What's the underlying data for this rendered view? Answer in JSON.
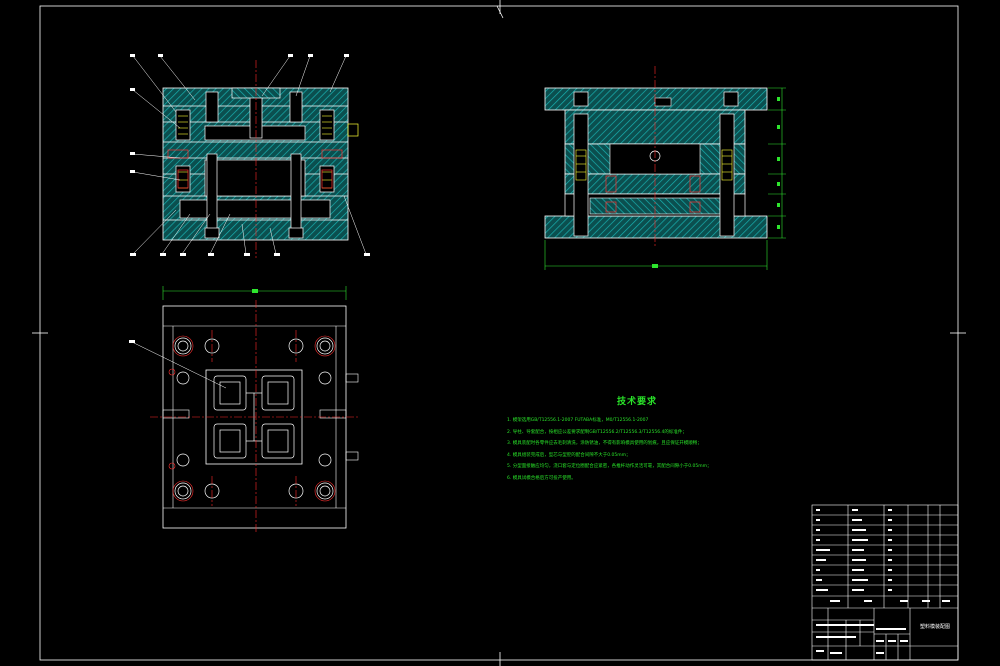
{
  "drawing": {
    "colors": {
      "background": "#000000",
      "outline": "#ffffff",
      "hatch": "#16a8a8",
      "centerline": "#ff2a2a",
      "dimension": "#2ee62e",
      "part": "#ffff33"
    }
  },
  "notes": {
    "title": "技术要求",
    "items": [
      "1. 模架选用GB/T12556.1-2007 FUTABA标准，M0/T12556.1-2007",
      "2. 导柱、导套配合，按相应公差要求配制GB/T12556.2/T12556.3/T12556.4的标准件；",
      "3. 模具装配时各零件应去毛刺清洗，涂防锈油，不得有影响模具使用的划痕，且应保证开模顺畅；",
      "4. 模具组装完成后，型芯与型腔的配合间隙不大于0.05mm；",
      "5. 分型面接触应均匀，浇口套与定位圈配合应紧密，各推杆动作灵活可靠，其配合间隙小于0.05mm；",
      "6. 模具试模合格后方可投产使用。"
    ]
  },
  "title_block": {
    "drawing_name": "塑料模装配图"
  }
}
